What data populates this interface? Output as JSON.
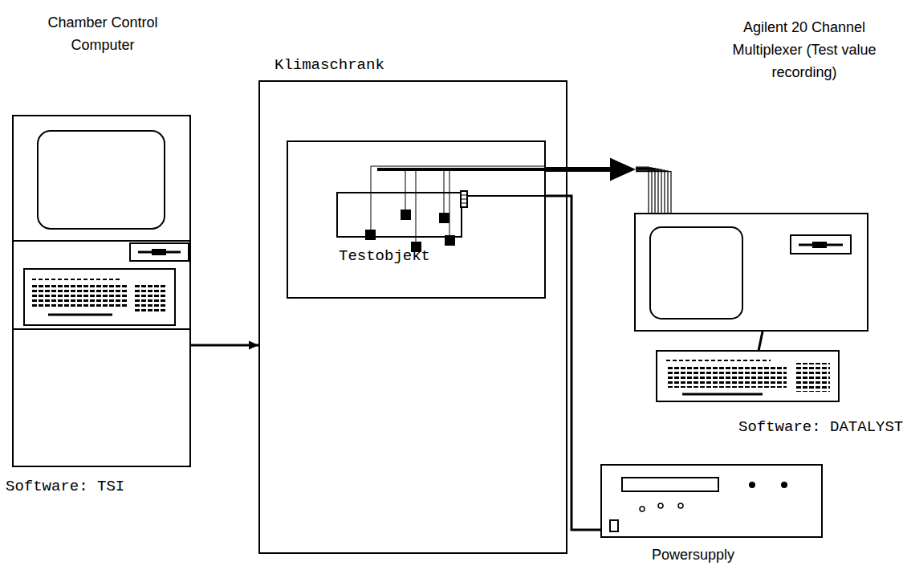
{
  "diagram": {
    "nodes": [
      {
        "text": [
          "Chamber Control Computer",
          "Software: TSI"
        ]
      },
      {
        "text": [
          "Klimaschrank"
        ]
      },
      {
        "text": [
          "Testobjekt"
        ],
        "in": 1
      },
      {
        "text": [
          "Agilent 20 Channel Multiplexer (Test value recording)",
          "Software: DATALYST"
        ]
      },
      {
        "text": [
          "Powersupply"
        ]
      }
    ],
    "edges": [
      {
        "from": 0,
        "to": 1,
        "arrow": "to"
      },
      {
        "from": 2,
        "to": 3,
        "arrow": "to"
      },
      {
        "from": 2,
        "to": 4,
        "arrow": "none"
      }
    ]
  }
}
